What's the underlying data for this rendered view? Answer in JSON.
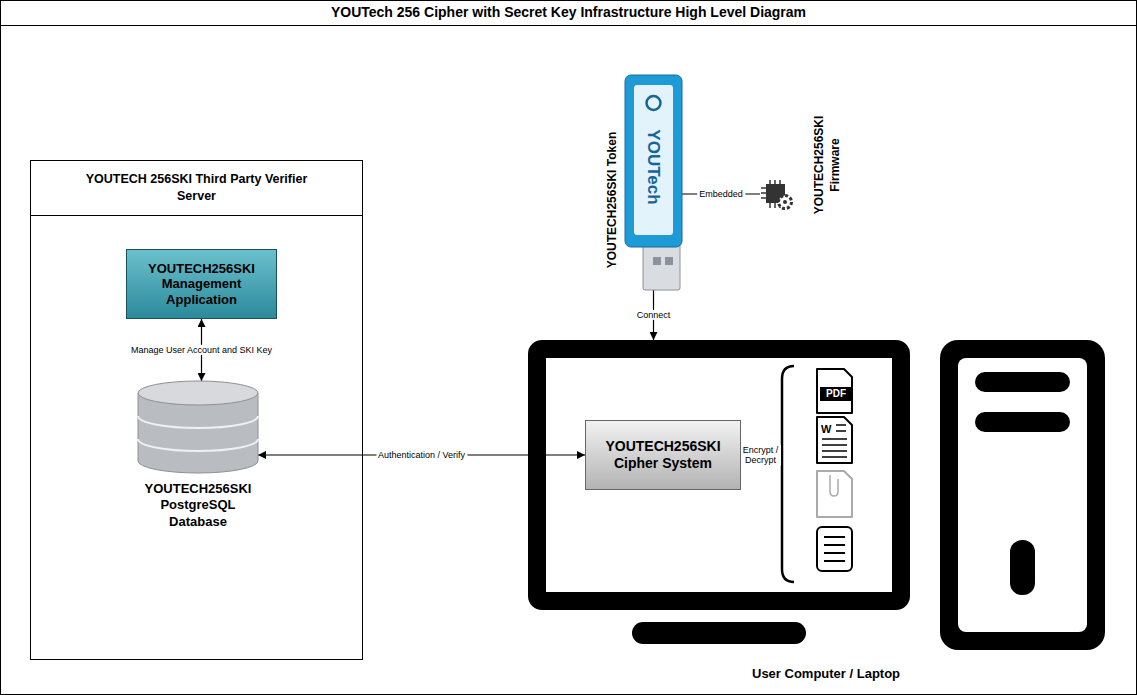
{
  "diagram": {
    "title": "YOUTech 256 Cipher with Secret Key Infrastructure High Level Diagram",
    "nodes": [
      {
        "text": [
          "YOUTECH 256SKI Third Party Verifier Server"
        ]
      },
      {
        "text": [
          "YOUTECH256SKI Management Application"
        ],
        "in": 0
      },
      {
        "text": [
          "YOUTECH256SKI PostgreSQL Database"
        ],
        "in": 0
      },
      {
        "text": [
          "YOUTECH256SKI Token",
          "YOUTech"
        ]
      },
      {
        "text": [
          "YOUTECH256SKI Firmware"
        ]
      },
      {
        "text": [
          "User Computer / Laptop"
        ]
      },
      {
        "text": [
          "YOUTECH256SKI Cipher System"
        ],
        "in": 5
      },
      {
        "text": [
          "PDF",
          "W"
        ],
        "in": 5
      }
    ],
    "edges": [
      {
        "from": 1,
        "to": 2,
        "label": "Manage User Account and SKI Key",
        "arrow": "both"
      },
      {
        "from": 2,
        "to": 6,
        "label": "Authentication / Verify",
        "arrow": "both"
      },
      {
        "from": 4,
        "to": 3,
        "label": "Embedded",
        "arrow": "none"
      },
      {
        "from": 3,
        "to": 5,
        "label": "Connect",
        "arrow": "to"
      },
      {
        "from": 6,
        "to": 7,
        "label": "Encrypt / Decrypt",
        "arrow": "both"
      }
    ]
  }
}
